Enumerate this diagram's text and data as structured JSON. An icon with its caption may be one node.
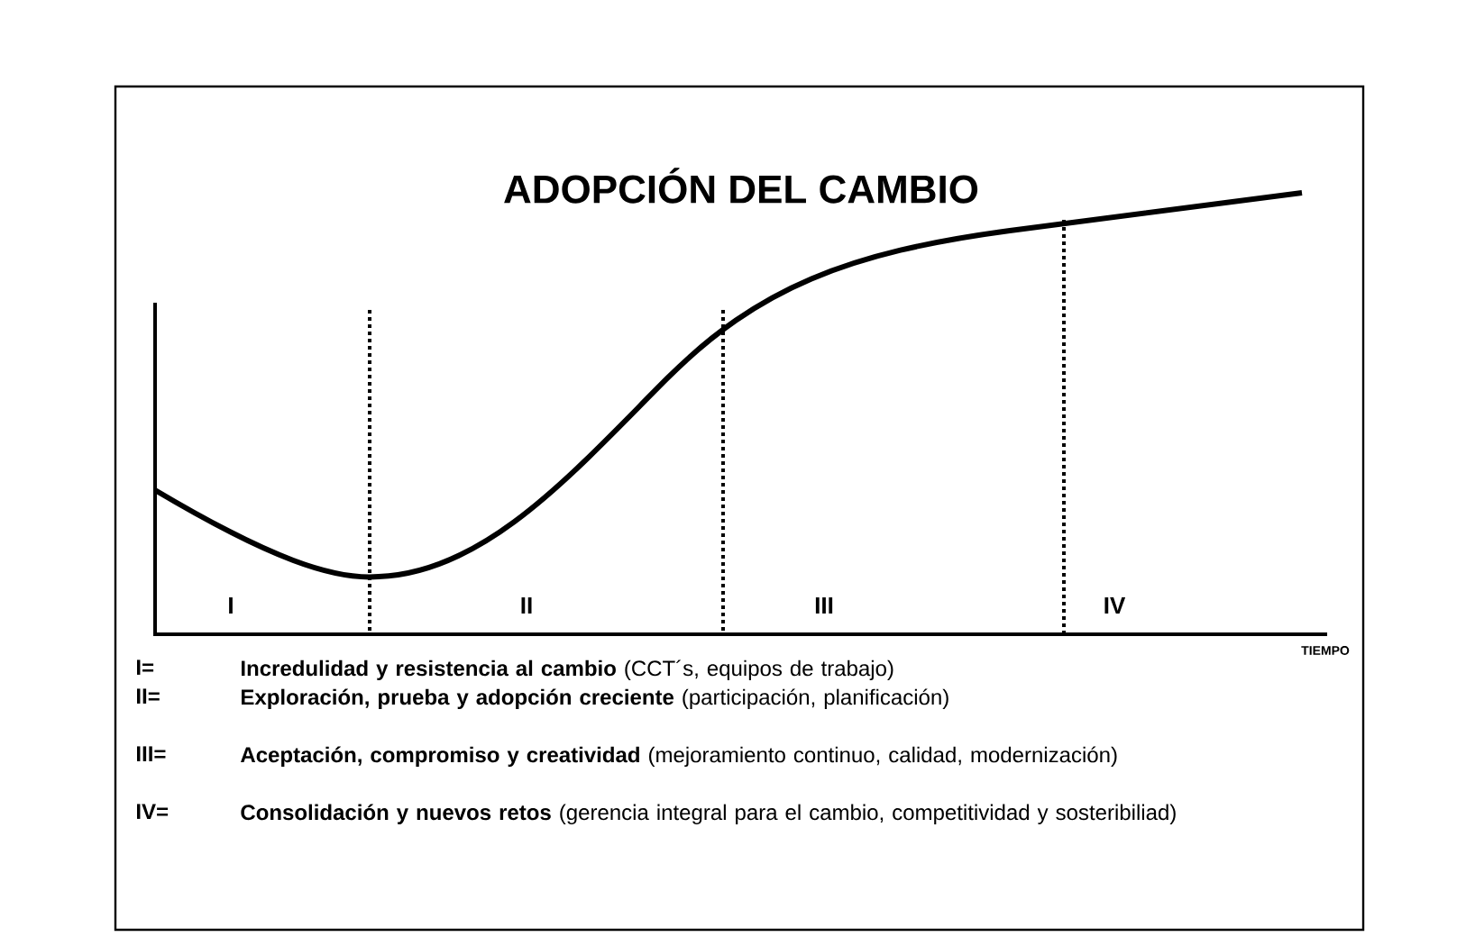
{
  "diagram": {
    "title": "ADOPCIÓN DEL CAMBIO",
    "labels": [
      "I",
      "II",
      "III",
      "IV",
      "TIEMPO",
      "I=",
      "**Incredulidad y resistencia al cambio** (CCT´s, equipos de trabajo)",
      "II=",
      "**Exploración, prueba y adopción creciente** (participación, planificación)",
      "III=",
      "**Aceptación, compromiso y creatividad** (mejoramiento continuo, calidad, modernización)",
      "IV=",
      "**Consolidación y nuevos retos** (gerencia integral para el cambio, competitividad y sosteribiliad)"
    ]
  }
}
